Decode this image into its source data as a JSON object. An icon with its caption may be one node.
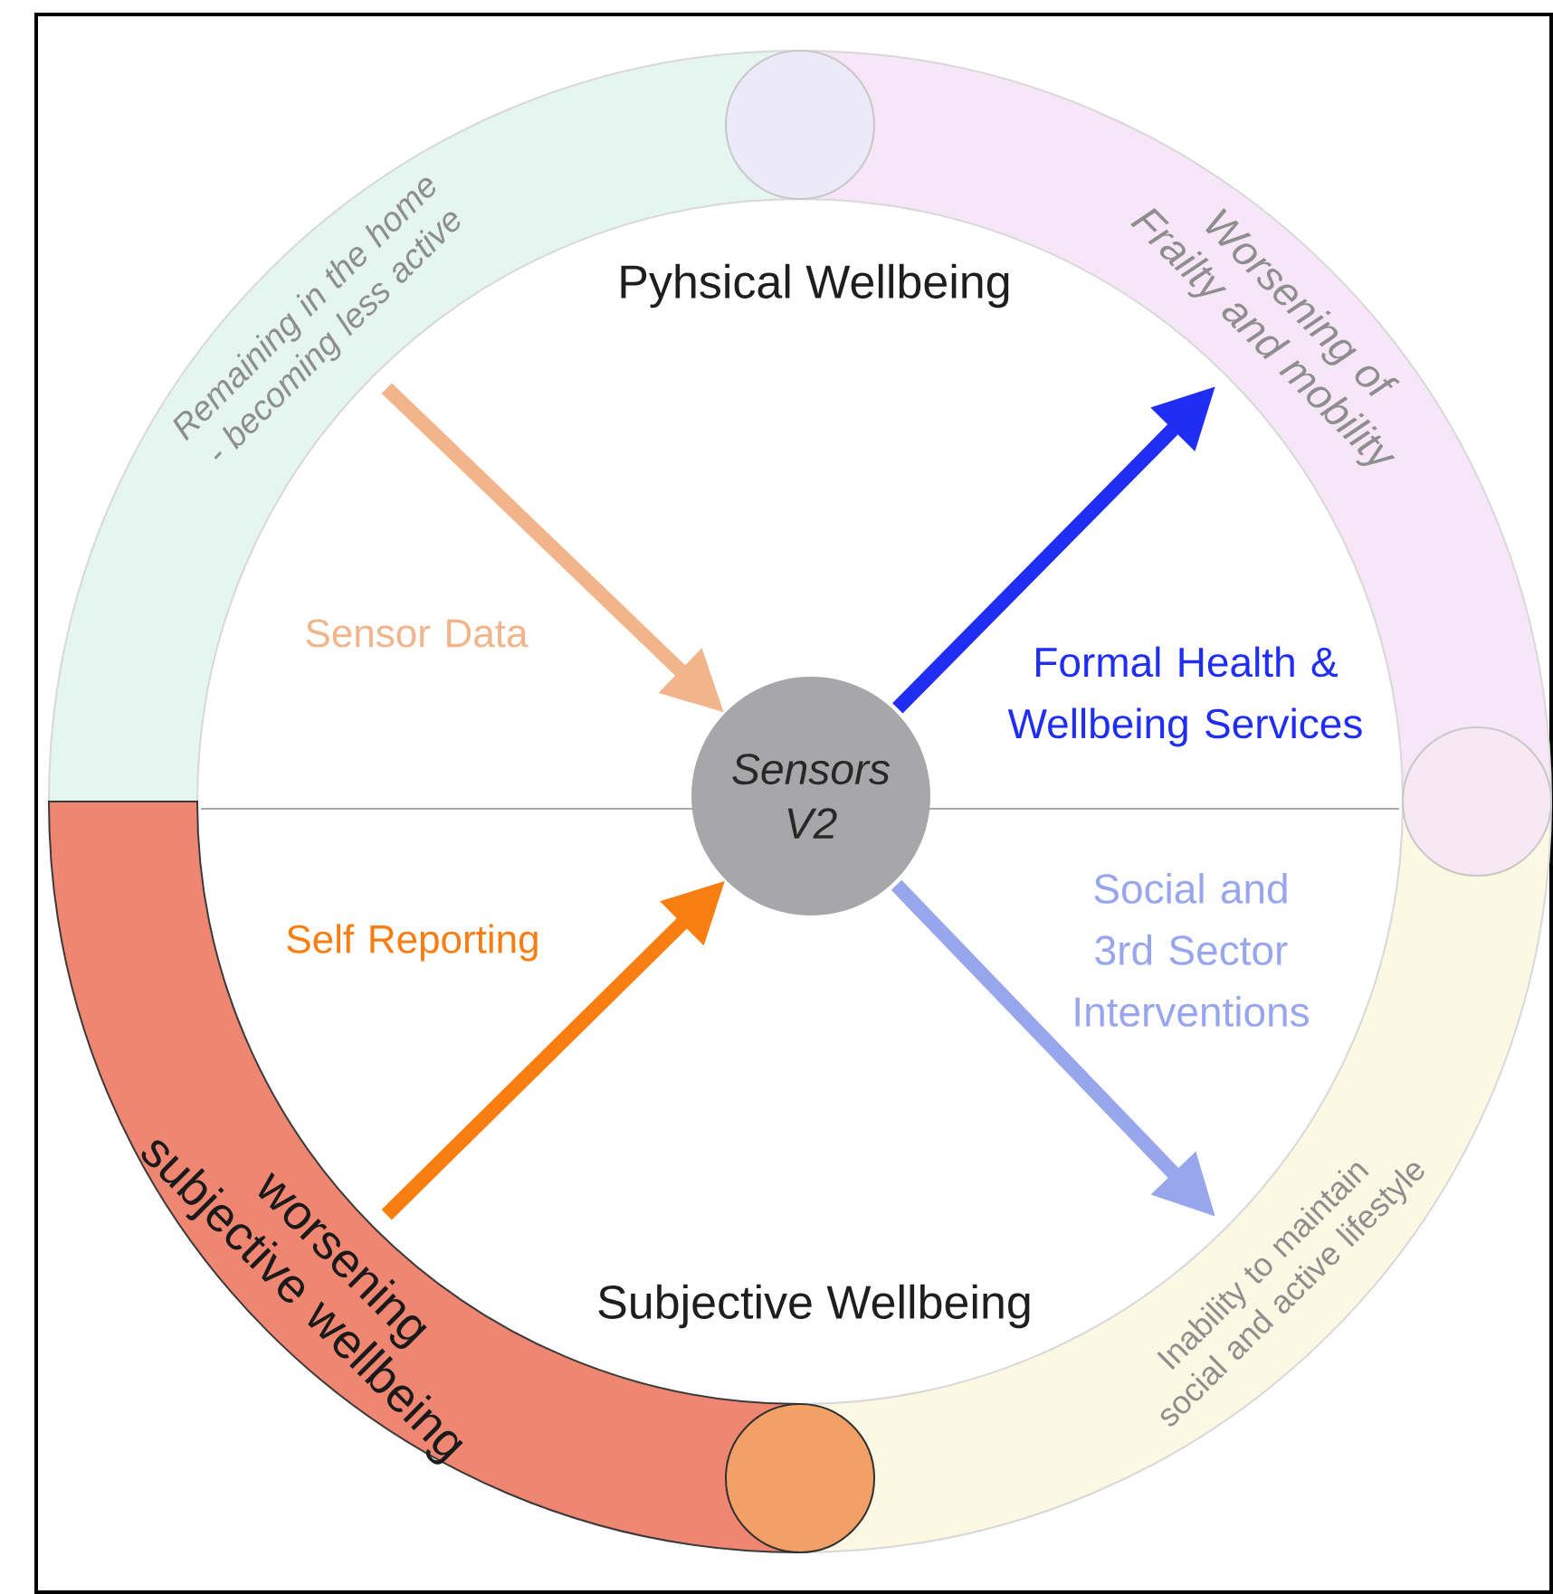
{
  "diagram": {
    "nodes": [
      {
        "text": [
          "Remaining in the home - becoming less active"
        ]
      },
      {
        "text": [
          "Worsening of Frailty and mobility"
        ]
      },
      {
        "text": [
          "Inability to maintain social and active lifestyle"
        ]
      },
      {
        "text": [
          "worsening subjective wellbeing"
        ]
      },
      {
        "text": [
          "Sensors V2"
        ]
      }
    ],
    "edges": [
      {
        "from": 0,
        "to": 4,
        "arrow": "to",
        "label": "Sensor Data",
        "color": "#f2b48a"
      },
      {
        "from": 4,
        "to": 1,
        "arrow": "to",
        "label": "Formal Health & Wellbeing Services",
        "color": "#1f2ef2"
      },
      {
        "from": 4,
        "to": 2,
        "arrow": "to",
        "label": "Social and 3rd Sector Interventions",
        "color": "#98a6ee"
      },
      {
        "from": 3,
        "to": 4,
        "arrow": "to",
        "label": "Self Reporting",
        "color": "#f97e12"
      }
    ],
    "labels": [
      "Pyhsical Wellbeing",
      "Subjective Wellbeing"
    ]
  }
}
